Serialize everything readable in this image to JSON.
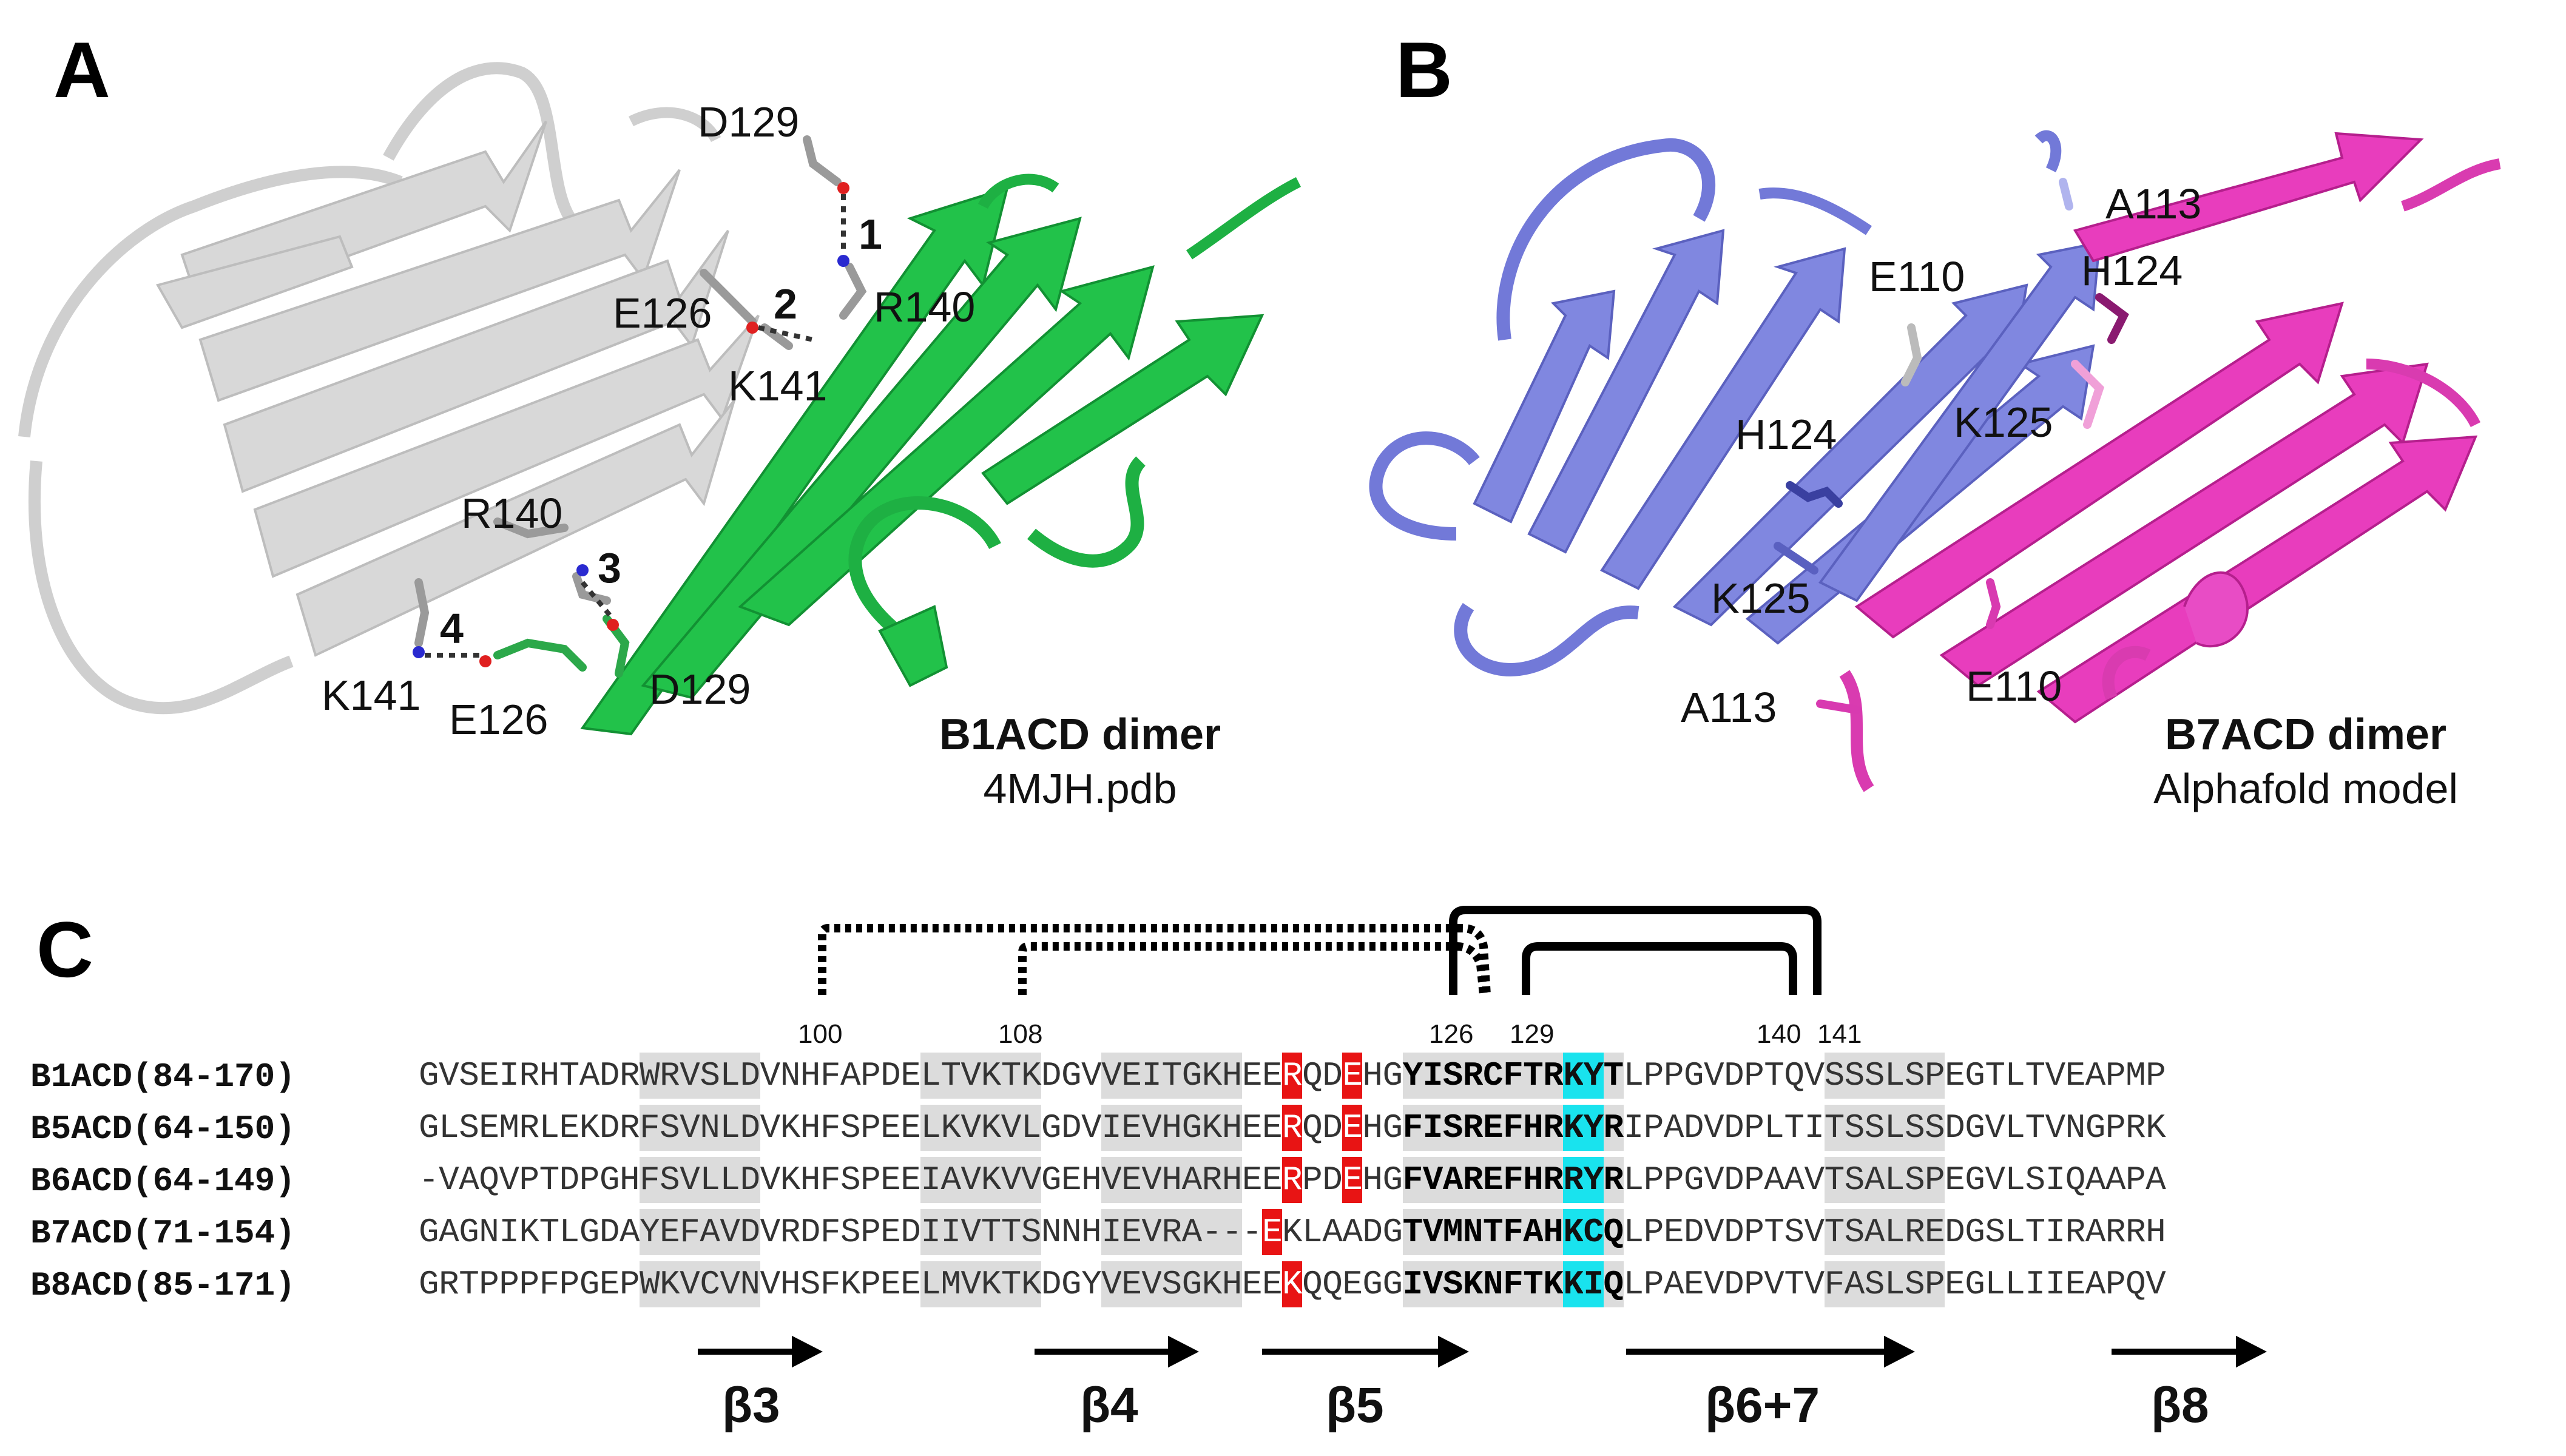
{
  "panels": {
    "a": {
      "letter": "A",
      "caption_title": "B1ACD dimer",
      "caption_sub": "4MJH.pdb",
      "labels": {
        "d129_top": "D129",
        "e126_top": "E126",
        "r140_top": "R140",
        "k141_top": "K141",
        "r140_mid": "R140",
        "k141_bot": "K141",
        "e126_bot": "E126",
        "d129_bot": "D129"
      },
      "bond_numbers": [
        "1",
        "2",
        "3",
        "4"
      ],
      "colors": {
        "chain1": "#d6d6d6",
        "chain2": "#22c24a"
      }
    },
    "b": {
      "letter": "B",
      "caption_title": "B7ACD dimer",
      "caption_sub": "Alphafold model",
      "labels": {
        "a113_top": "A113",
        "e110_top": "E110",
        "h124_top": "H124",
        "h124_mid": "H124",
        "k125_right": "K125",
        "k125_left": "K125",
        "a113_bot": "A113",
        "e110_bot": "E110"
      },
      "colors": {
        "chain1": "#7f86e0",
        "chain2": "#e83dbd"
      }
    },
    "c": {
      "letter": "C"
    }
  },
  "alignment": {
    "position_markers": [
      "100",
      "108",
      "126",
      "129",
      "140",
      "141"
    ],
    "rows": [
      {
        "name": "B1ACD(84-170)",
        "seq": "GVSEIRHTADRWRVSLDVNHFAPDELTVKTKDGVVEITGKHEERQDEHGYISRCFTRKYTLPPGVDPTQVSSSLSPEGTLTVEAPMP"
      },
      {
        "name": "B5ACD(64-150)",
        "seq": "GLSEMRLEKDRFSVNLDVKHFSPEELKVKVLGDVIEVHGKHEERQDEHGFISREFHRKYRIPADVDPLTITSSLSSDGVLTVNGPRK"
      },
      {
        "name": "B6ACD(64-149)",
        "seq": "-VAQVPTDPGHFSVLLDVKHFSPEEIAVKVVGEHVEVHARHEERPDEHGFVAREFHRRYRLPPGVDPAAVTSALSPEGVLSIQAAPA"
      },
      {
        "name": "B7ACD(71-154)",
        "seq": "GAGNIKTLGDAYEFAVDVRDFSPEDIIVTTSNNHIEVRA---EKLAADGTVMNTFAHKCQLPEDVDPTSVTSALREDGSLTIRARRH"
      },
      {
        "name": "B8ACD(85-171)",
        "seq": "GRTPPPFPGEPWKVCVNVHSFKPEELMVKTKDGYVEVSGKHEEKQQEGGIVSKNFTKKIQLPAEVDPVTVFASLSPEGLLIIEAPQV"
      }
    ],
    "strands": [
      "β3",
      "β4",
      "β5",
      "β6+7",
      "β8"
    ],
    "highlight_colors": {
      "grey": "#dcdcdc",
      "red": "#e81414",
      "cyan": "#19e3ee"
    }
  }
}
